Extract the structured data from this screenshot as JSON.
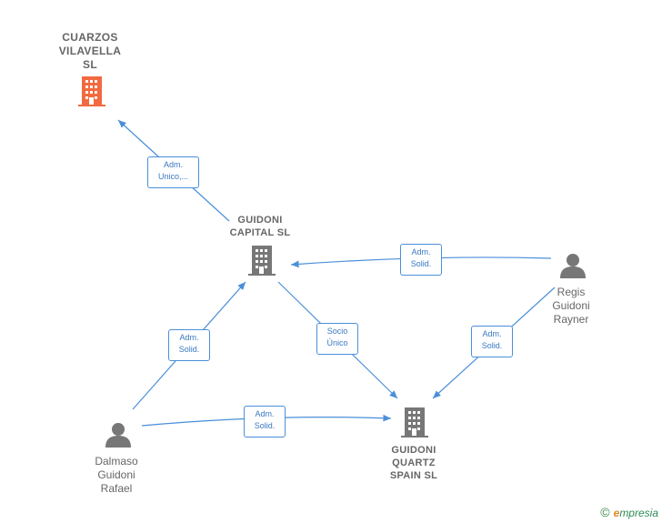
{
  "colors": {
    "edge": "#4a8fd9",
    "company_focus": "#f26a3f",
    "company": "#777777",
    "person": "#777777"
  },
  "nodes": {
    "cuarzos": {
      "label": "CUARZOS\nVILAVELLA\nSL",
      "icon": "building-icon"
    },
    "guidoni_capital": {
      "label": "GUIDONI\nCAPITAL SL",
      "icon": "building-icon"
    },
    "guidoni_quartz": {
      "label": "GUIDONI\nQUARTZ\nSPAIN SL",
      "icon": "building-icon"
    },
    "regis": {
      "label": "Regis\nGuidoni\nRayner",
      "icon": "person-icon"
    },
    "dalmaso": {
      "label": "Dalmaso\nGuidoni\nRafael",
      "icon": "person-icon"
    }
  },
  "edges": {
    "capital_to_cuarzos": "Adm.\nUnico,...",
    "regis_to_capital": "Adm.\nSolid.",
    "dalmaso_to_capital": "Adm.\nSolid.",
    "capital_to_quartz": "Socio\nÚnico",
    "regis_to_quartz": "Adm.\nSolid.",
    "dalmaso_to_quartz": "Adm.\nSolid."
  },
  "watermark": {
    "copyright": "©",
    "brand_initial": "e",
    "brand_rest": "mpresia"
  }
}
